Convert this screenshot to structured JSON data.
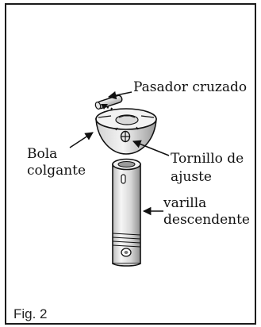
{
  "labels": {
    "cross_pin": "Pasador cruzado",
    "hanger_ball_line1": "Bola",
    "hanger_ball_line2": "colgante",
    "set_screw_line1": "Tornillo de",
    "set_screw_line2": "ajuste",
    "downrod_line1": "varilla",
    "downrod_line2": "descendente"
  },
  "caption": "Fig. 2",
  "colors": {
    "ink": "#111111",
    "metal_light": "#f1f1f1",
    "metal_mid": "#c9c9c9",
    "metal_dark": "#8f8f8f",
    "background": "#ffffff"
  }
}
